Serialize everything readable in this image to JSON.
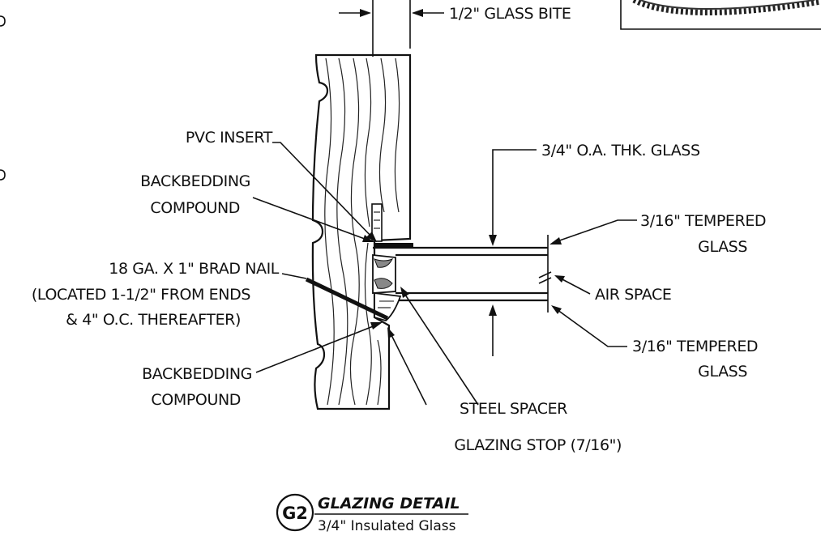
{
  "labels": {
    "glass_bite": "1/2\" GLASS BITE",
    "pvc_insert": "PVC INSERT",
    "backbedding_top_1": "BACKBEDDING",
    "backbedding_top_2": "COMPOUND",
    "brad_nail_1": "18 GA. X 1\" BRAD NAIL",
    "brad_nail_2": "(LOCATED 1-1/2\" FROM ENDS",
    "brad_nail_3": "& 4\" O.C. THEREAFTER)",
    "backbedding_bottom_1": "BACKBEDDING",
    "backbedding_bottom_2": "COMPOUND",
    "overall_thickness": "3/4\" O.A. THK. GLASS",
    "tempered_top_1": "3/16\" TEMPERED",
    "tempered_top_2": "GLASS",
    "air_space": "AIR SPACE",
    "tempered_bottom_1": "3/16\" TEMPERED",
    "tempered_bottom_2": "GLASS",
    "steel_spacer": "STEEL SPACER",
    "glazing_stop": "GLAZING STOP (7/16\")"
  },
  "title_block": {
    "detail_id": "G2",
    "title": "GLAZING DETAIL",
    "subtitle": "3/4\" Insulated Glass"
  }
}
